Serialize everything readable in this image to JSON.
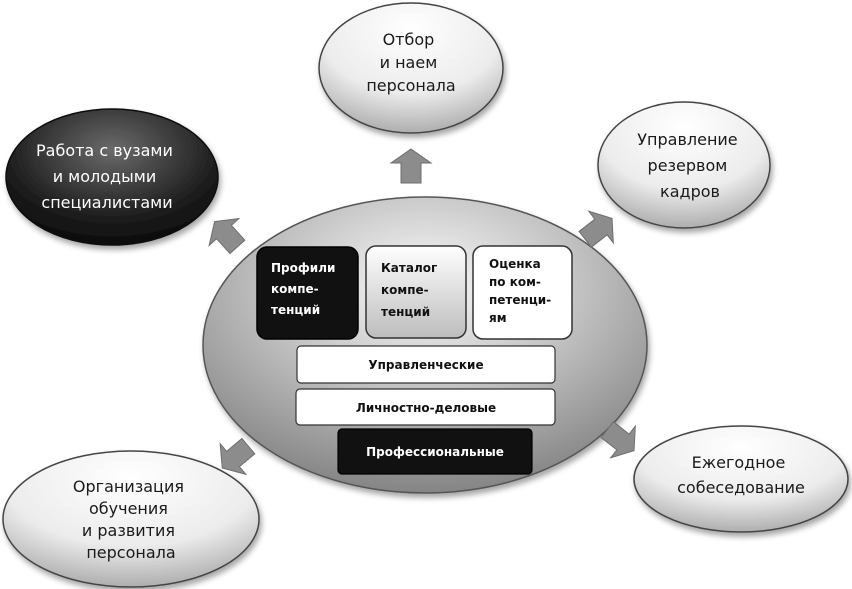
{
  "nodes": {
    "recruitment": {
      "lines": [
        "Отбор",
        "и наем",
        "персонала"
      ]
    },
    "reserve": {
      "lines": [
        "Управление",
        "резервом",
        "кадров"
      ]
    },
    "universities": {
      "lines": [
        "Работа с вузами",
        "и молодыми",
        "специалистами"
      ]
    },
    "training": {
      "lines": [
        "Организация",
        "обучения",
        "и развития",
        "персонала"
      ]
    },
    "interview": {
      "lines": [
        "Ежегодное",
        "собеседование"
      ]
    }
  },
  "center": {
    "profiles": {
      "lines": [
        "Профили",
        "компе-",
        "тенций"
      ]
    },
    "catalog": {
      "lines": [
        "Каталог",
        "компе-",
        "тенций"
      ]
    },
    "assessment": {
      "lines": [
        "Оценка",
        "по ком-",
        "петенци-",
        "ям"
      ]
    },
    "bars": {
      "managerial": "Управленческие",
      "personal": "Личностно-деловые",
      "professional": "Профессиональные"
    }
  },
  "colors": {
    "dark": "#111111",
    "light_gray": "#e8e8e8",
    "arrow": "#8c8c8c",
    "white": "#ffffff"
  }
}
